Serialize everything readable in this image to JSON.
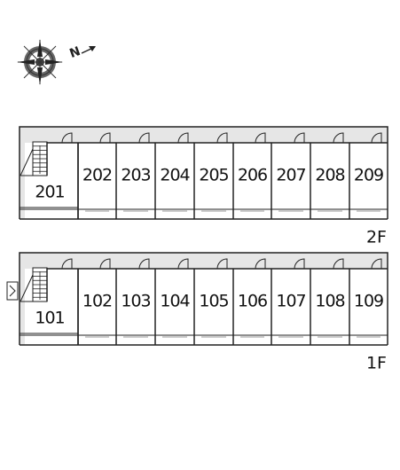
{
  "compass": {
    "icon": "compass-north-icon",
    "north_label": "N"
  },
  "floors": [
    {
      "id": "2F",
      "label": "2F",
      "units": [
        "201",
        "202",
        "203",
        "204",
        "205",
        "206",
        "207",
        "208",
        "209"
      ]
    },
    {
      "id": "1F",
      "label": "1F",
      "units": [
        "101",
        "102",
        "103",
        "104",
        "105",
        "106",
        "107",
        "108",
        "109"
      ]
    }
  ],
  "colors": {
    "corridor": "#e6e6e6",
    "wall": "#222222",
    "background": "#ffffff"
  },
  "icons": {
    "stair": "staircase-icon",
    "door": "door-swing-icon",
    "entrance": "entrance-icon"
  }
}
